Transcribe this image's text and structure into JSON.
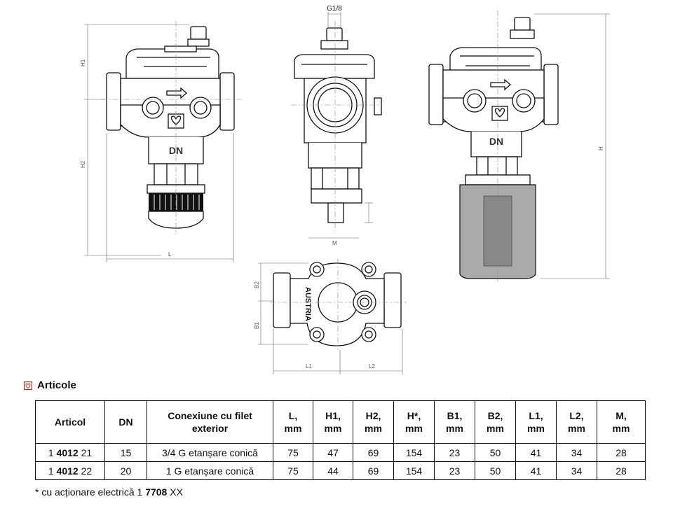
{
  "drawing": {
    "top_label": "G1/8",
    "body_label": "DN",
    "cast_text": "AUSTRIA",
    "dim_labels": {
      "h1": "H1",
      "h2": "H2",
      "l": "L",
      "h": "H",
      "b1": "B1",
      "b2": "B2",
      "l1": "L1",
      "l2": "L2",
      "m": "M"
    }
  },
  "section": {
    "icon": "heart-logo-icon",
    "title": "Articole"
  },
  "table": {
    "headers": [
      "Articol",
      "DN",
      "Conexiune cu filet\nexterior",
      "L,\nmm",
      "H1,\nmm",
      "H2,\nmm",
      "H*,\nmm",
      "B1,\nmm",
      "B2,\nmm",
      "L1,\nmm",
      "L2,\nmm",
      "M,\nmm"
    ],
    "rows": [
      {
        "art_prefix": "1 ",
        "art_bold": "4012",
        "art_suffix": " 21",
        "dn": "15",
        "conn": "3/4 G etanșare conică",
        "l": "75",
        "h1": "47",
        "h2": "69",
        "h": "154",
        "b1": "23",
        "b2": "50",
        "l1": "41",
        "l2": "34",
        "m": "28"
      },
      {
        "art_prefix": "1 ",
        "art_bold": "4012",
        "art_suffix": " 22",
        "dn": "20",
        "conn": "1 G etanșare conică",
        "l": "75",
        "h1": "44",
        "h2": "69",
        "h": "154",
        "b1": "23",
        "b2": "50",
        "l1": "41",
        "l2": "34",
        "m": "28"
      }
    ]
  },
  "footnote": {
    "prefix": "* cu acționare electrică 1 ",
    "bold": "7708",
    "suffix": " XX"
  },
  "colors": {
    "line": "#111111",
    "accent": "#c0392b",
    "fill_grey": "#aaaaaa"
  }
}
